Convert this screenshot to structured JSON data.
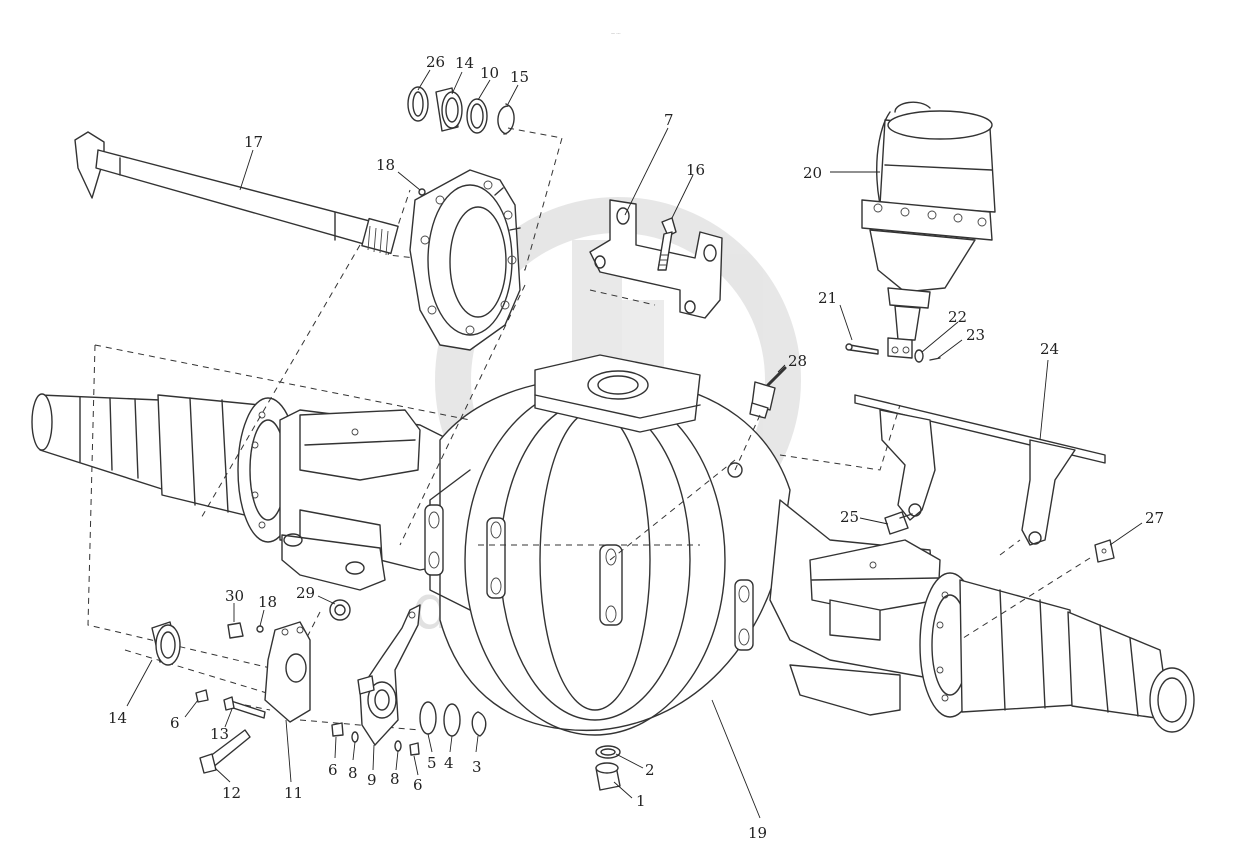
{
  "watermark": {
    "text": "delta-parts",
    "color": "#c8c8c8"
  },
  "corner_mark": "— ---",
  "callouts": [
    {
      "id": "c1",
      "label": "1"
    },
    {
      "id": "c2",
      "label": "2"
    },
    {
      "id": "c3",
      "label": "3"
    },
    {
      "id": "c4",
      "label": "4"
    },
    {
      "id": "c5",
      "label": "5"
    },
    {
      "id": "c6a",
      "label": "6"
    },
    {
      "id": "c6b",
      "label": "6"
    },
    {
      "id": "c6c",
      "label": "6"
    },
    {
      "id": "c7",
      "label": "7"
    },
    {
      "id": "c8a",
      "label": "8"
    },
    {
      "id": "c8b",
      "label": "8"
    },
    {
      "id": "c9",
      "label": "9"
    },
    {
      "id": "c10",
      "label": "10"
    },
    {
      "id": "c11",
      "label": "11"
    },
    {
      "id": "c12",
      "label": "12"
    },
    {
      "id": "c13",
      "label": "13"
    },
    {
      "id": "c14a",
      "label": "14"
    },
    {
      "id": "c14b",
      "label": "14"
    },
    {
      "id": "c15",
      "label": "15"
    },
    {
      "id": "c16",
      "label": "16"
    },
    {
      "id": "c17",
      "label": "17"
    },
    {
      "id": "c18a",
      "label": "18"
    },
    {
      "id": "c18b",
      "label": "18"
    },
    {
      "id": "c19",
      "label": "19"
    },
    {
      "id": "c20",
      "label": "20"
    },
    {
      "id": "c21",
      "label": "21"
    },
    {
      "id": "c22",
      "label": "22"
    },
    {
      "id": "c23",
      "label": "23"
    },
    {
      "id": "c24",
      "label": "24"
    },
    {
      "id": "c25",
      "label": "25"
    },
    {
      "id": "c26",
      "label": "26"
    },
    {
      "id": "c27",
      "label": "27"
    },
    {
      "id": "c28",
      "label": "28"
    },
    {
      "id": "c29",
      "label": "29"
    },
    {
      "id": "c30",
      "label": "30"
    }
  ]
}
